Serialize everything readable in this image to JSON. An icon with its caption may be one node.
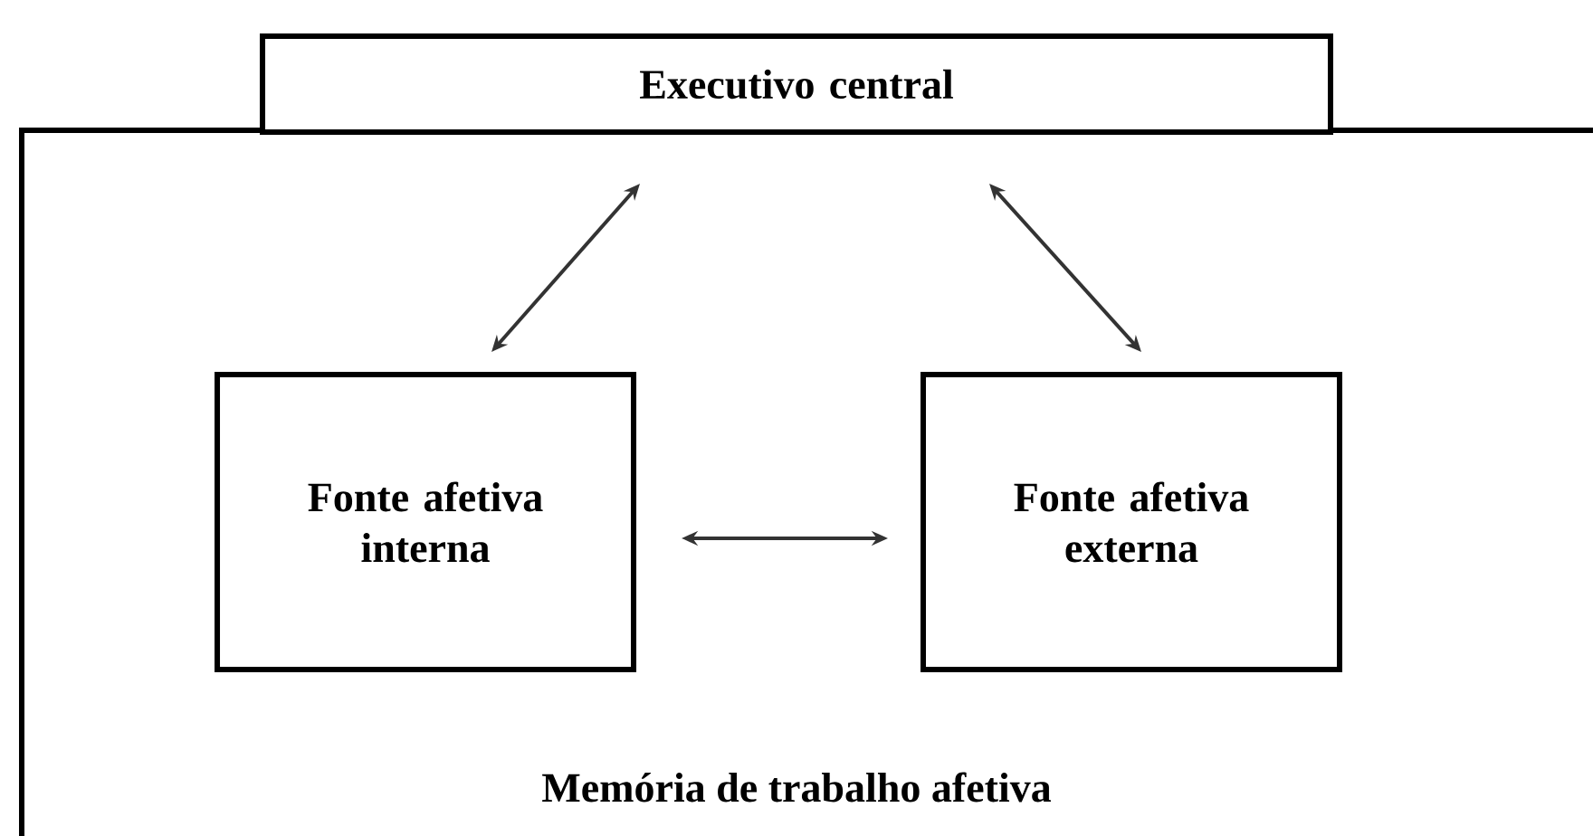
{
  "diagram": {
    "nodes": [
      {
        "text": [
          "Memória de trabalho afetiva"
        ]
      },
      {
        "text": [
          "Executivo central"
        ]
      },
      {
        "text": [
          "Fonte afetiva interna"
        ],
        "in": 0
      },
      {
        "text": [
          "Fonte afetiva externa"
        ],
        "in": 0
      }
    ],
    "edges": [
      {
        "from": 1,
        "to": 2,
        "arrow": "both"
      },
      {
        "from": 1,
        "to": 3,
        "arrow": "both"
      },
      {
        "from": 2,
        "to": 3,
        "arrow": "both"
      }
    ]
  }
}
